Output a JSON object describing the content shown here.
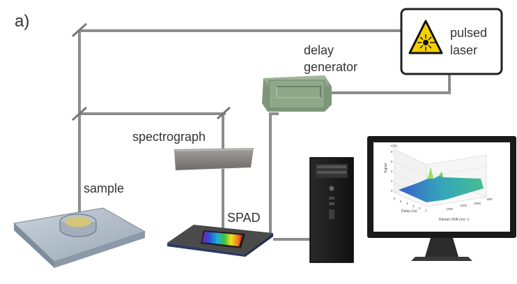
{
  "panel_label": "a)",
  "labels": {
    "laser_line1": "pulsed",
    "laser_line2": "laser",
    "delay_line1": "delay",
    "delay_line2": "generator",
    "spectrograph": "spectrograph",
    "sample": "sample",
    "spad": "SPAD"
  },
  "monitor_plot": {
    "y_exponent": "×10⁴",
    "y_label": "Signal",
    "x_label": "Delay (ns)",
    "z_label": "Raman Shift (cm⁻¹)",
    "y_ticks": [
      "8",
      "6",
      "4",
      "2",
      "0"
    ],
    "x_ticks": [
      "6",
      "5",
      "4",
      "3",
      "2",
      "1"
    ],
    "z_ticks": [
      "1400",
      "1200",
      "1600",
      "800"
    ]
  },
  "colors": {
    "beam": "#8c8c8c",
    "delay_box": "#8fa88a",
    "spectrograph_box": "#8a8686",
    "laser_border": "#222222",
    "warning_yellow": "#f4d000"
  },
  "icons": {
    "laser_warning": "laser-warning-icon"
  }
}
